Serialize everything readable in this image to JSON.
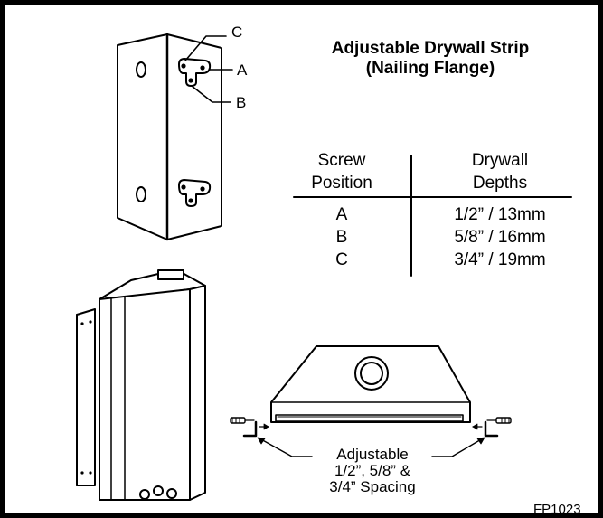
{
  "title": {
    "line1": "Adjustable Drywall Strip",
    "line2": "(Nailing Flange)"
  },
  "table": {
    "header_left": [
      "Screw",
      "Position"
    ],
    "header_right": [
      "Drywall",
      "Depths"
    ],
    "rows": [
      {
        "position": "A",
        "depth": "1/2” / 13mm"
      },
      {
        "position": "B",
        "depth": "5/8” / 16mm"
      },
      {
        "position": "C",
        "depth": "3/4” / 19mm"
      }
    ]
  },
  "callouts": {
    "a": "A",
    "b": "B",
    "c": "C"
  },
  "spacing_note": [
    "Adjustable",
    "1/2”, 5/8” &",
    "3/4” Spacing"
  ],
  "figure_code": "FP1023"
}
